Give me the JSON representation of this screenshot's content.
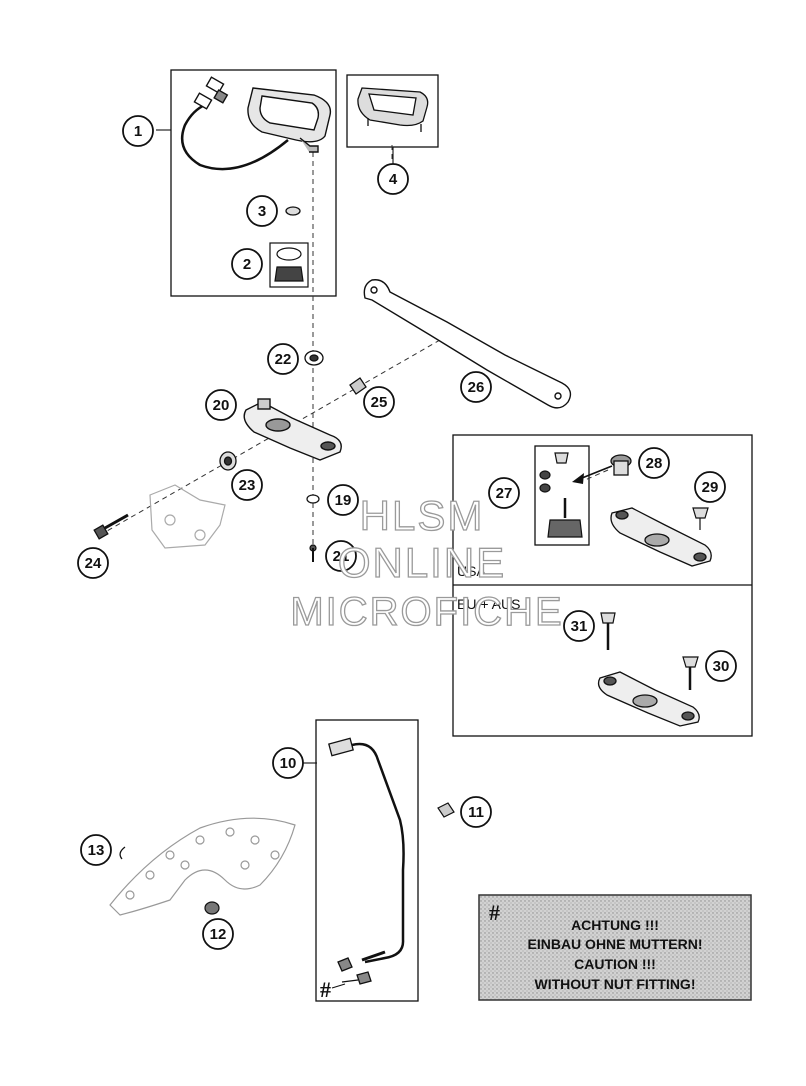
{
  "callouts": [
    "1",
    "2",
    "3",
    "4",
    "10",
    "11",
    "12",
    "13",
    "19",
    "20",
    "21",
    "22",
    "23",
    "24",
    "25",
    "26",
    "27",
    "28",
    "29",
    "30",
    "31"
  ],
  "variant_labels": {
    "usa": "USA",
    "eu_aus": "EU + AUS"
  },
  "note": {
    "hash": "#",
    "line1": "ACHTUNG !!!",
    "line2": "EINBAU OHNE MUTTERN!",
    "line3": "CAUTION !!!",
    "line4": "WITHOUT NUT FITTING!"
  },
  "hash_marker": "#",
  "watermark": {
    "line1": "HLSM",
    "line2": "ONLINE",
    "line3": "MICROFICHE"
  }
}
